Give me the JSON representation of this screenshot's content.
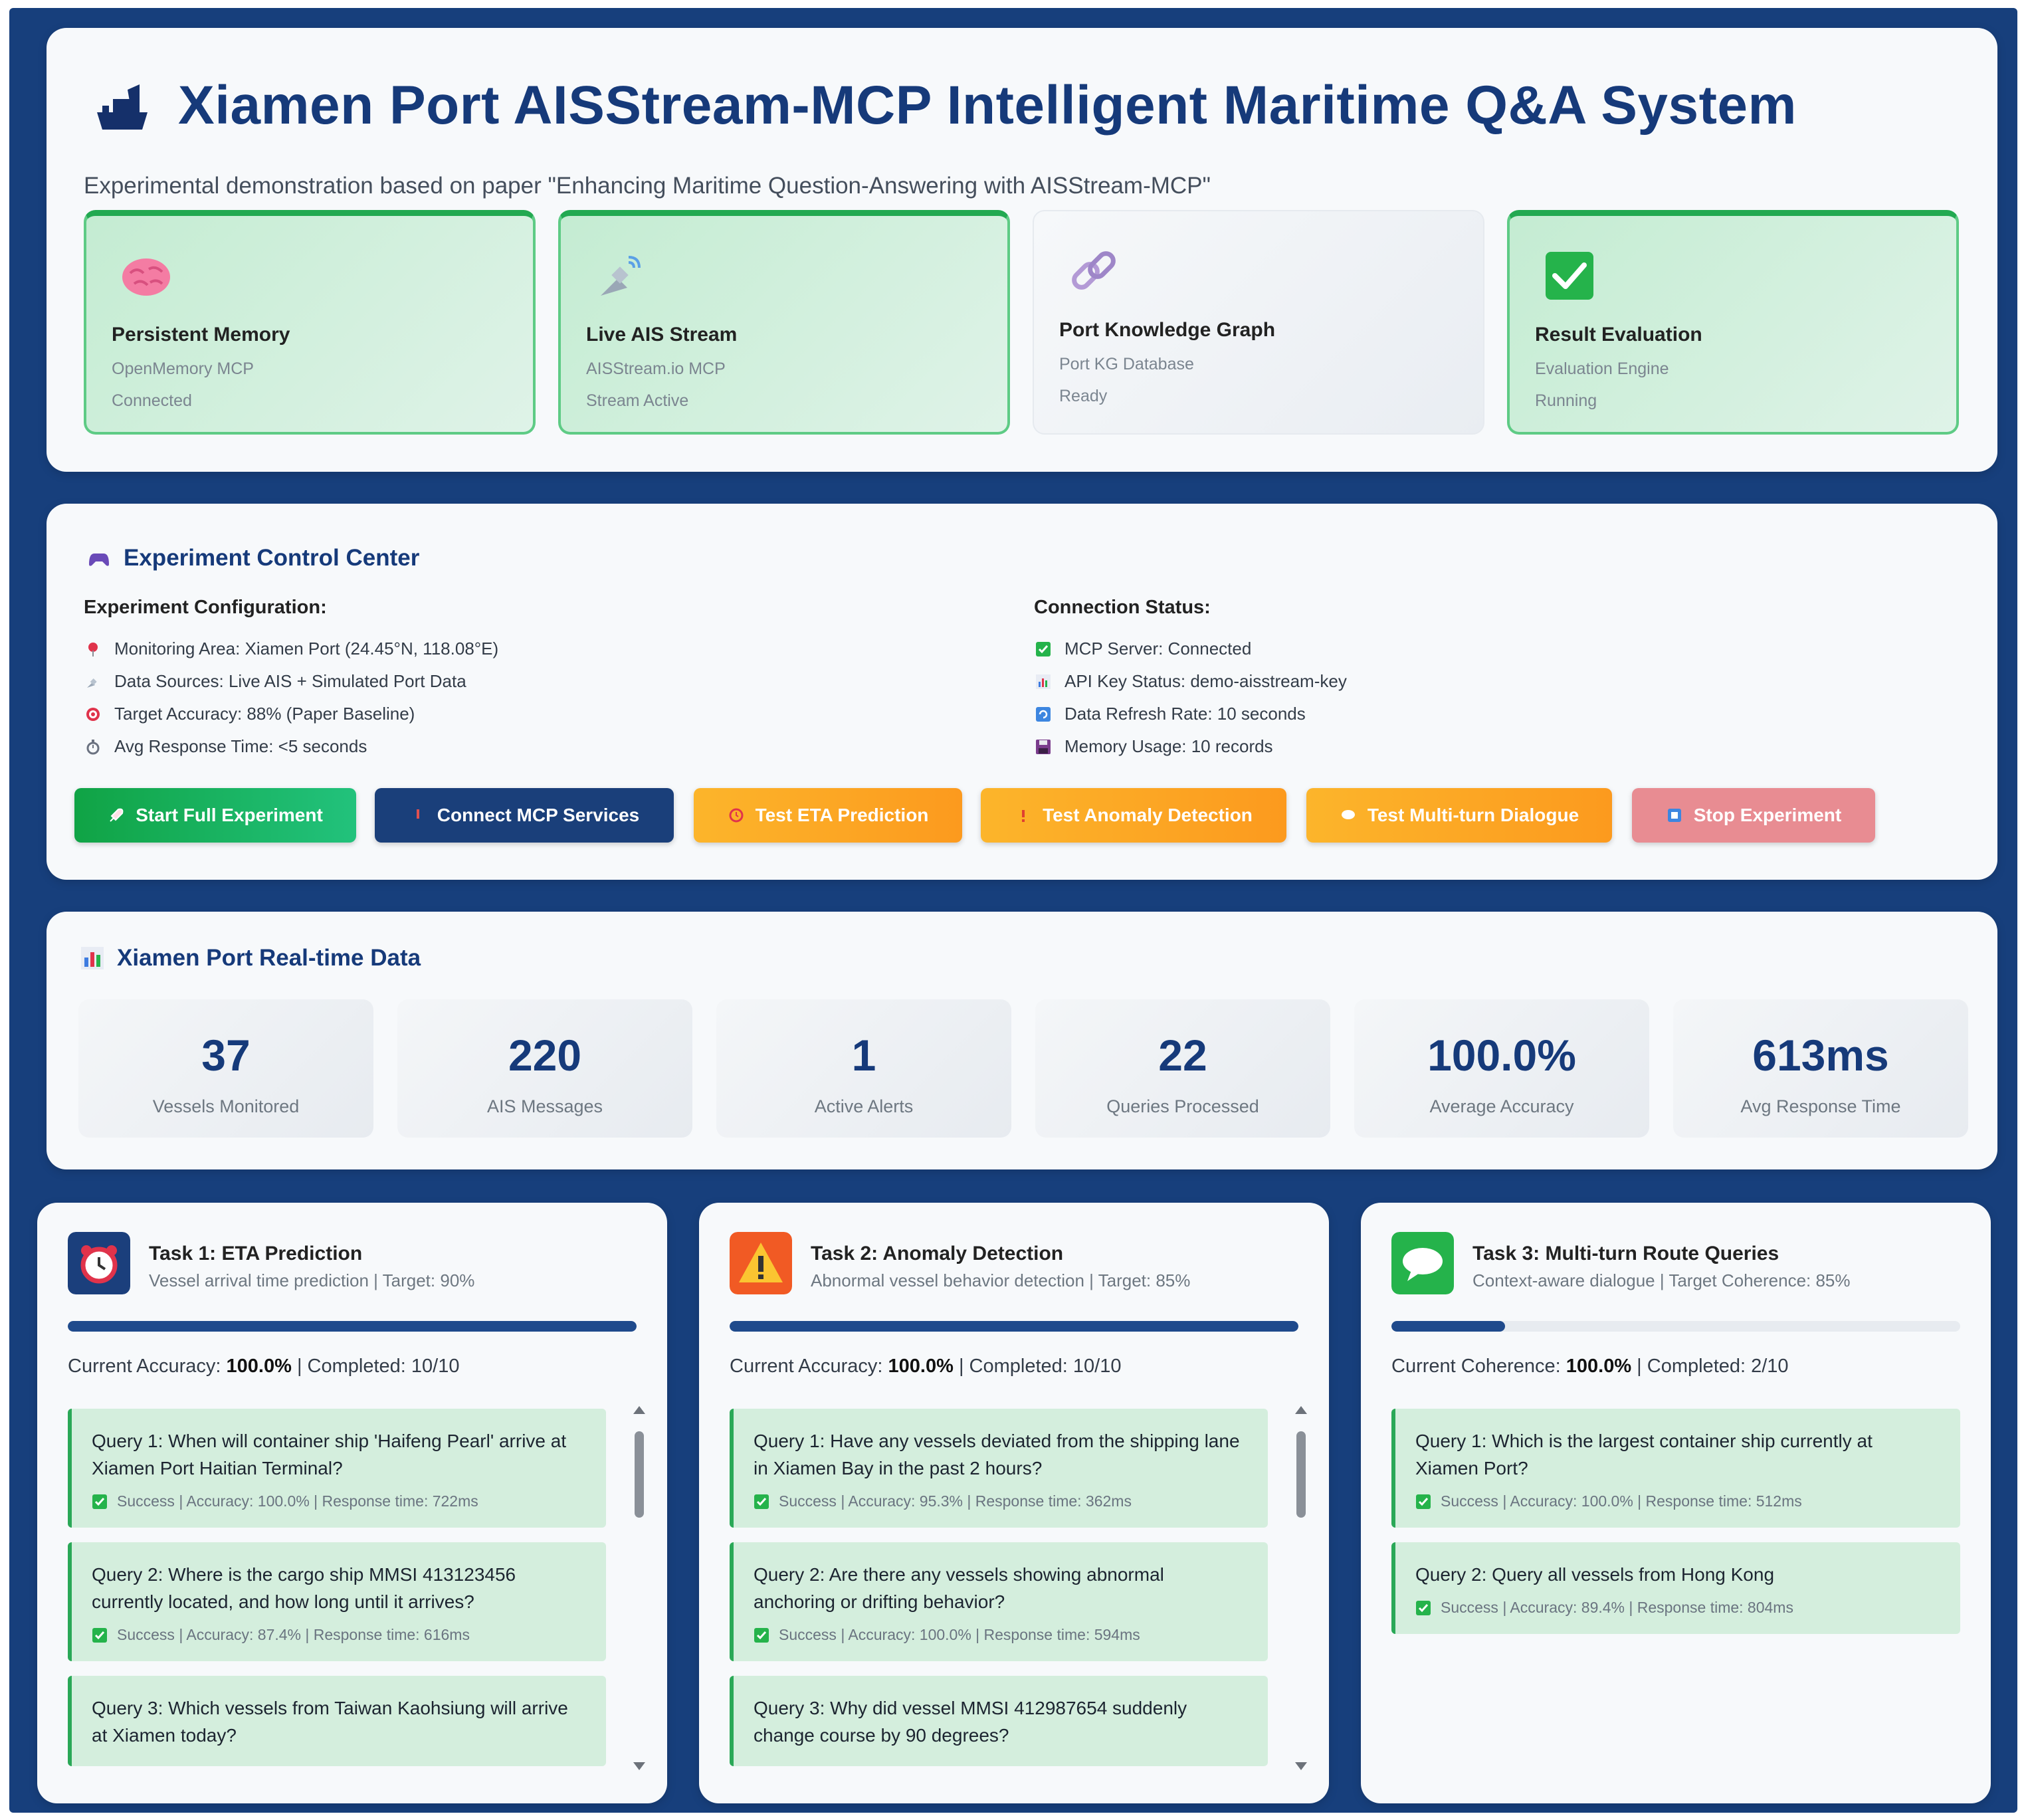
{
  "header": {
    "title": "Xiamen Port AISStream-MCP Intelligent Maritime Q&A System",
    "subtitle": "Experimental demonstration based on paper \"Enhancing Maritime Question-Answering with AISStream-MCP\"",
    "services": [
      {
        "name": "Persistent Memory",
        "line1": "OpenMemory MCP",
        "line2": "Connected",
        "active": true,
        "icon": "brain-icon"
      },
      {
        "name": "Live AIS Stream",
        "line1": "AISStream.io MCP",
        "line2": "Stream Active",
        "active": true,
        "icon": "satellite-icon"
      },
      {
        "name": "Port Knowledge Graph",
        "line1": "Port KG Database",
        "line2": "Ready",
        "active": false,
        "icon": "link-icon"
      },
      {
        "name": "Result Evaluation",
        "line1": "Evaluation Engine",
        "line2": "Running",
        "active": true,
        "icon": "checkmark-icon"
      }
    ]
  },
  "control": {
    "title": "Experiment Control Center",
    "config": {
      "heading": "Experiment Configuration:",
      "items": [
        {
          "text": "Monitoring Area: Xiamen Port (24.45°N, 118.08°E)",
          "icon": "pin-icon"
        },
        {
          "text": "Data Sources: Live AIS + Simulated Port Data",
          "icon": "satellite-icon"
        },
        {
          "text": "Target Accuracy: 88% (Paper Baseline)",
          "icon": "target-icon"
        },
        {
          "text": "Avg Response Time: <5 seconds",
          "icon": "stopwatch-icon"
        }
      ]
    },
    "status": {
      "heading": "Connection Status:",
      "items": [
        {
          "text": "MCP Server: Connected",
          "icon": "check-icon"
        },
        {
          "text": "API Key Status: demo-aisstream-key",
          "icon": "chart-icon"
        },
        {
          "text": "Data Refresh Rate: 10 seconds",
          "icon": "refresh-icon"
        },
        {
          "text": "Memory Usage: 10 records",
          "icon": "floppy-icon"
        }
      ]
    },
    "buttons": [
      {
        "label": "Start Full Experiment",
        "icon": "rocket-icon"
      },
      {
        "label": "Connect MCP Services",
        "icon": "plug-icon"
      },
      {
        "label": "Test ETA Prediction",
        "icon": "clock-icon"
      },
      {
        "label": "Test Anomaly Detection",
        "icon": "warning-icon"
      },
      {
        "label": "Test Multi-turn Dialogue",
        "icon": "speech-icon"
      },
      {
        "label": "Stop Experiment",
        "icon": "stop-icon"
      }
    ],
    "colors": {
      "start": "#12a84a",
      "connect": "#1a3f7a",
      "test": "#fcaa26",
      "stop": "#e88c92"
    }
  },
  "data": {
    "title": "Xiamen Port Real-time Data",
    "stats": [
      {
        "value": "37",
        "label": "Vessels Monitored"
      },
      {
        "value": "220",
        "label": "AIS Messages"
      },
      {
        "value": "1",
        "label": "Active Alerts"
      },
      {
        "value": "22",
        "label": "Queries Processed"
      },
      {
        "value": "100.0%",
        "label": "Average Accuracy"
      },
      {
        "value": "613ms",
        "label": "Avg Response Time"
      }
    ]
  },
  "tasks": [
    {
      "title": "Task 1: ETA Prediction",
      "subtitle": "Vessel arrival time prediction | Target: 90%",
      "icon": "alarm-clock-icon",
      "progress": 1.0,
      "metric_label": "Current Accuracy:",
      "metric_value": "100.0%",
      "completed": "| Completed: 10/10",
      "queries": [
        {
          "text": "Query 1: When will container ship 'Haifeng Pearl' arrive at Xiamen Port Haitian Terminal?",
          "meta": "Success | Accuracy: 100.0% | Response time: 722ms"
        },
        {
          "text": "Query 2: Where is the cargo ship MMSI 413123456 currently located, and how long until it arrives?",
          "meta": "Success | Accuracy: 87.4% | Response time: 616ms"
        },
        {
          "text": "Query 3: Which vessels from Taiwan Kaohsiung will arrive at Xiamen today?",
          "meta": ""
        }
      ]
    },
    {
      "title": "Task 2: Anomaly Detection",
      "subtitle": "Abnormal vessel behavior detection | Target: 85%",
      "icon": "warning-icon",
      "progress": 1.0,
      "metric_label": "Current Accuracy:",
      "metric_value": "100.0%",
      "completed": "| Completed: 10/10",
      "queries": [
        {
          "text": "Query 1: Have any vessels deviated from the shipping lane in Xiamen Bay in the past 2 hours?",
          "meta": "Success | Accuracy: 95.3% | Response time: 362ms"
        },
        {
          "text": "Query 2: Are there any vessels showing abnormal anchoring or drifting behavior?",
          "meta": "Success | Accuracy: 100.0% | Response time: 594ms"
        },
        {
          "text": "Query 3: Why did vessel MMSI 412987654 suddenly change course by 90 degrees?",
          "meta": ""
        }
      ]
    },
    {
      "title": "Task 3: Multi-turn Route Queries",
      "subtitle": "Context-aware dialogue | Target Coherence: 85%",
      "icon": "speech-bubble-icon",
      "progress": 0.2,
      "metric_label": "Current Coherence:",
      "metric_value": "100.0%",
      "completed": "| Completed: 2/10",
      "queries": [
        {
          "text": "Query 1: Which is the largest container ship currently at Xiamen Port?",
          "meta": "Success | Accuracy: 100.0% | Response time: 512ms"
        },
        {
          "text": "Query 2: Query all vessels from Hong Kong",
          "meta": "Success | Accuracy: 89.4% | Response time: 804ms"
        }
      ]
    }
  ]
}
